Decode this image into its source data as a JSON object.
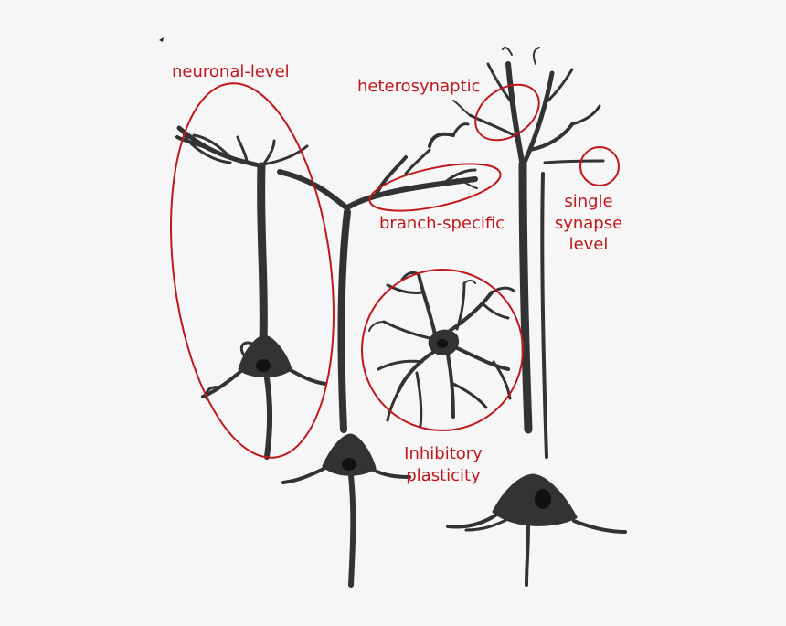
{
  "colors": {
    "background": "#f6f6f6",
    "neuron": "#333333",
    "annotation": "#c0171b"
  },
  "labels": {
    "neuronal_level": "neuronal-level",
    "heterosynaptic": "heterosynaptic",
    "branch_specific": "branch-specific",
    "single_synapse": [
      "single",
      "synapse",
      "level"
    ],
    "inhibitory": [
      "Inhibitory",
      "plasticity"
    ]
  }
}
